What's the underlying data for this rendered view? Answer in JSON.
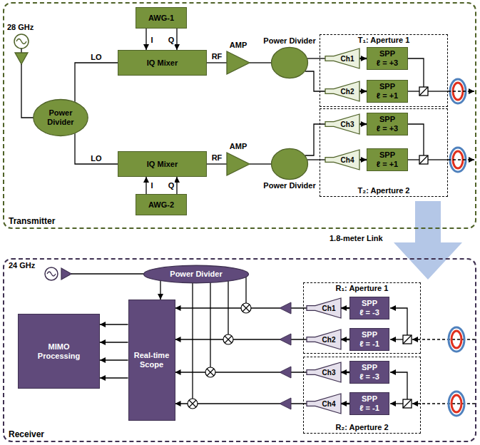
{
  "diagram": {
    "nodes": [
      {
        "text": [
          "Transmitter"
        ]
      },
      {
        "text": [
          "Power Divider"
        ],
        "in": 0
      },
      {
        "text": [
          "AWG-1"
        ],
        "in": 0
      },
      {
        "text": [
          "IQ Mixer"
        ],
        "in": 0
      },
      {
        "text": [
          "AMP"
        ],
        "in": 0
      },
      {
        "text": [
          "Power Divider"
        ],
        "in": 0
      },
      {
        "text": [
          "T₁: Aperture 1"
        ],
        "in": 0
      },
      {
        "text": [
          "Ch1"
        ],
        "in": 6
      },
      {
        "text": [
          "SPP",
          "ℓ = +3"
        ],
        "in": 6
      },
      {
        "text": [
          "Ch2"
        ],
        "in": 6
      },
      {
        "text": [
          "SPP",
          "ℓ = +1"
        ],
        "in": 6
      },
      {
        "text": [
          "IQ Mixer"
        ],
        "in": 0
      },
      {
        "text": [
          "AWG-2"
        ],
        "in": 0
      },
      {
        "text": [
          "AMP"
        ],
        "in": 0
      },
      {
        "text": [
          "Power Divider"
        ],
        "in": 0
      },
      {
        "text": [
          "T₂: Aperture 2"
        ],
        "in": 0
      },
      {
        "text": [
          "Ch3"
        ],
        "in": 15
      },
      {
        "text": [
          "SPP",
          "ℓ = +3"
        ],
        "in": 15
      },
      {
        "text": [
          "Ch4"
        ],
        "in": 15
      },
      {
        "text": [
          "SPP",
          "ℓ = +1"
        ],
        "in": 15
      },
      {
        "text": [
          "Receiver"
        ]
      },
      {
        "text": [
          "Power Divider"
        ],
        "in": 20
      },
      {
        "text": [
          "MIMO Processing"
        ],
        "in": 20
      },
      {
        "text": [
          "Real-time Scope"
        ],
        "in": 20
      },
      {
        "text": [
          "R₁: Aperture 1"
        ],
        "in": 20
      },
      {
        "text": [
          "Ch1"
        ],
        "in": 24
      },
      {
        "text": [
          "SPP",
          "ℓ = -3"
        ],
        "in": 24
      },
      {
        "text": [
          "Ch2"
        ],
        "in": 24
      },
      {
        "text": [
          "SPP",
          "ℓ = -1"
        ],
        "in": 24
      },
      {
        "text": [
          "R₂: Aperture 2"
        ],
        "in": 20
      },
      {
        "text": [
          "Ch3"
        ],
        "in": 29
      },
      {
        "text": [
          "SPP",
          "ℓ = -3"
        ],
        "in": 29
      },
      {
        "text": [
          "Ch4"
        ],
        "in": 29
      },
      {
        "text": [
          "SPP",
          "ℓ = -1"
        ],
        "in": 29
      }
    ],
    "edges": [
      {
        "from": 1,
        "to": 3,
        "label": "LO",
        "arrow": "none"
      },
      {
        "from": 1,
        "to": 11,
        "label": "LO",
        "arrow": "none"
      },
      {
        "from": 2,
        "to": 3,
        "label": "I",
        "arrow": "to"
      },
      {
        "from": 2,
        "to": 3,
        "label": "Q",
        "arrow": "to"
      },
      {
        "from": 3,
        "to": 4,
        "label": "RF",
        "arrow": "none"
      },
      {
        "from": 4,
        "to": 5,
        "arrow": "none"
      },
      {
        "from": 5,
        "to": 7,
        "arrow": "none"
      },
      {
        "from": 5,
        "to": 9,
        "arrow": "none"
      },
      {
        "from": 7,
        "to": 8,
        "arrow": "to"
      },
      {
        "from": 9,
        "to": 10,
        "arrow": "to"
      },
      {
        "from": 12,
        "to": 11,
        "label": "I",
        "arrow": "to"
      },
      {
        "from": 12,
        "to": 11,
        "label": "Q",
        "arrow": "to"
      },
      {
        "from": 11,
        "to": 13,
        "label": "RF",
        "arrow": "none"
      },
      {
        "from": 13,
        "to": 14,
        "arrow": "none"
      },
      {
        "from": 14,
        "to": 16,
        "arrow": "none"
      },
      {
        "from": 14,
        "to": 18,
        "arrow": "none"
      },
      {
        "from": 16,
        "to": 17,
        "arrow": "to"
      },
      {
        "from": 18,
        "to": 19,
        "arrow": "to"
      },
      {
        "from": 21,
        "to": 23,
        "arrow": "to"
      },
      {
        "from": 26,
        "to": 25,
        "arrow": "to"
      },
      {
        "from": 28,
        "to": 27,
        "arrow": "to"
      },
      {
        "from": 31,
        "to": 30,
        "arrow": "to"
      },
      {
        "from": 33,
        "to": 32,
        "arrow": "to"
      },
      {
        "from": 25,
        "to": 23,
        "arrow": "to"
      },
      {
        "from": 27,
        "to": 23,
        "arrow": "to"
      },
      {
        "from": 30,
        "to": 23,
        "arrow": "to"
      },
      {
        "from": 32,
        "to": 23,
        "arrow": "to"
      },
      {
        "from": 23,
        "to": 22,
        "arrow": "to"
      },
      {
        "from": 23,
        "to": 22,
        "arrow": "to"
      },
      {
        "from": 23,
        "to": 22,
        "arrow": "to"
      },
      {
        "from": 23,
        "to": 22,
        "arrow": "to"
      }
    ],
    "labels": [
      "28 GHz",
      "1.8-meter Link",
      "24 GHz"
    ]
  }
}
